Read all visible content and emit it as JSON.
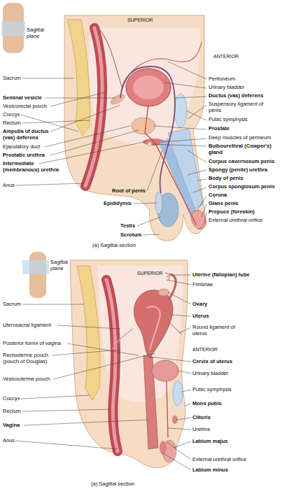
{
  "diagram": {
    "labels": [
      "Sagittal plane",
      "SUPERIOR",
      "ANTERIOR",
      "Sacrum",
      "Seminal vesicle",
      "Vesicorectal pouch",
      "Coccyx",
      "Rectum",
      "Ampulla of ductus (vas) deferens",
      "Ejaculatory duct",
      "Prostatic urethra",
      "Intermediate (membranous) urethra",
      "Anus",
      "Peritoneum",
      "Urinary bladder",
      "Ductus (vas) deferens",
      "Suspensory ligament of penis",
      "Pubic symphysis",
      "Prostate",
      "Deep muscles of perineum",
      "Bulbourethral (Cowper's) gland",
      "Corpus cavernosum penis",
      "Spongy (penile) urethra",
      "Body of penis",
      "Corpus spongiosum penis",
      "Corona",
      "Glans penis",
      "Prepuce (foreskin)",
      "External urethral orifice",
      "Root of penis",
      "Epididymis",
      "Testis",
      "Scrotum",
      "(a) Sagittal section",
      "Sagittal plane",
      "SUPERIOR",
      "Sacrum",
      "Uterosacral ligament",
      "Posterior fornix of vagina",
      "Rectouterine pouch (pouch of Douglas)",
      "Vesicouterine pouch",
      "Coccyx",
      "Rectum",
      "Vagina",
      "Anus",
      "Uterine (fallopian) tube",
      "Fimbriae",
      "Ovary",
      "Uterus",
      "Round ligament of uterus",
      "ANTERIOR",
      "Cervix of uterus",
      "Urinary bladder",
      "Pubic symphysis",
      "Mons pubis",
      "Clitoris",
      "Urethra",
      "Labium majus",
      "External urethral orifice",
      "Labium minus",
      "(a) Sagittal section"
    ]
  }
}
